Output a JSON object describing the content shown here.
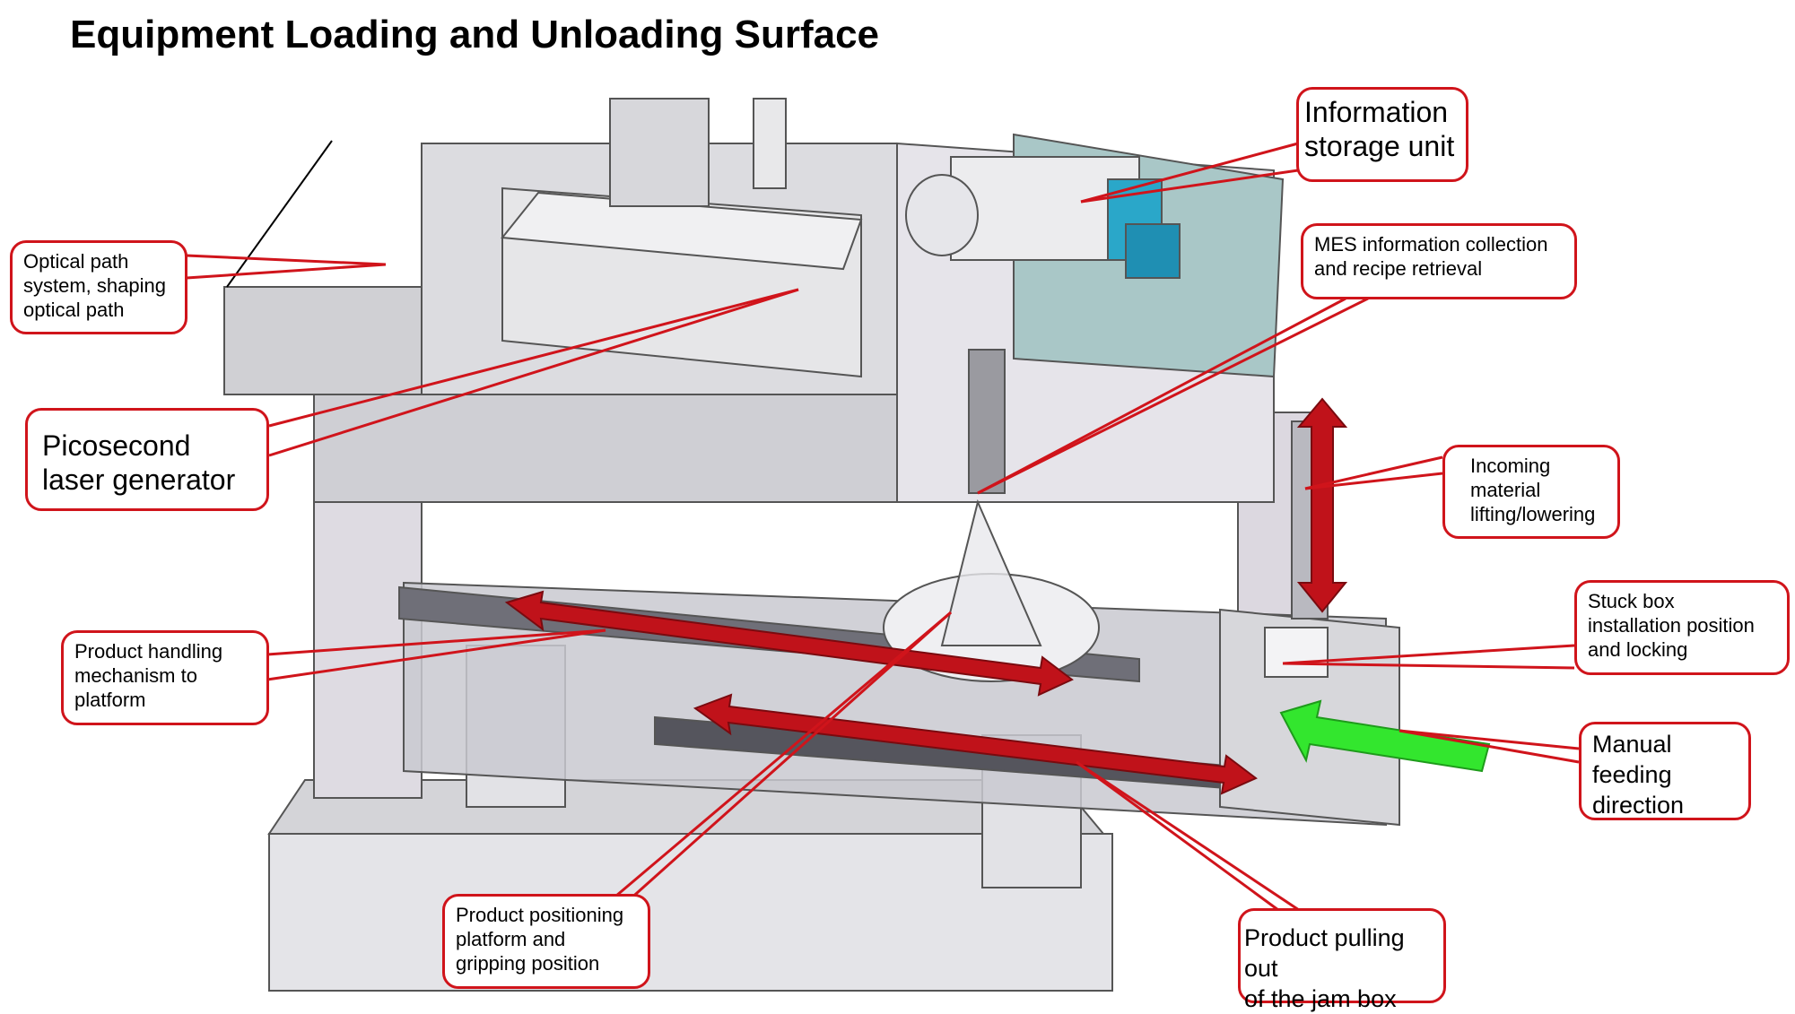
{
  "title": "Equipment Loading and Unloading Surface",
  "colors": {
    "callout_border": "#d0141b",
    "leader_line": "#d0141b",
    "motion_arrow": "#c0121a",
    "feed_arrow": "#33e62e"
  },
  "callouts": {
    "optical_path": [
      "Optical path",
      "system, shaping",
      "optical path"
    ],
    "picosecond": [
      "Picosecond",
      "laser generator"
    ],
    "info_storage": [
      "Information",
      "storage unit"
    ],
    "mes": [
      "MES information collection",
      "and recipe retrieval"
    ],
    "incoming": [
      "Incoming",
      "material",
      "lifting/lowering"
    ],
    "stuck_box": [
      "Stuck box",
      "installation position",
      "and locking"
    ],
    "manual_feed": [
      "Manual",
      "feeding",
      "direction"
    ],
    "product_handling": [
      "Product handling",
      "mechanism to",
      "platform"
    ],
    "product_positioning": [
      "Product positioning",
      "platform and",
      "gripping position"
    ],
    "product_pulling": [
      "Product pulling out",
      "of the jam box"
    ]
  }
}
